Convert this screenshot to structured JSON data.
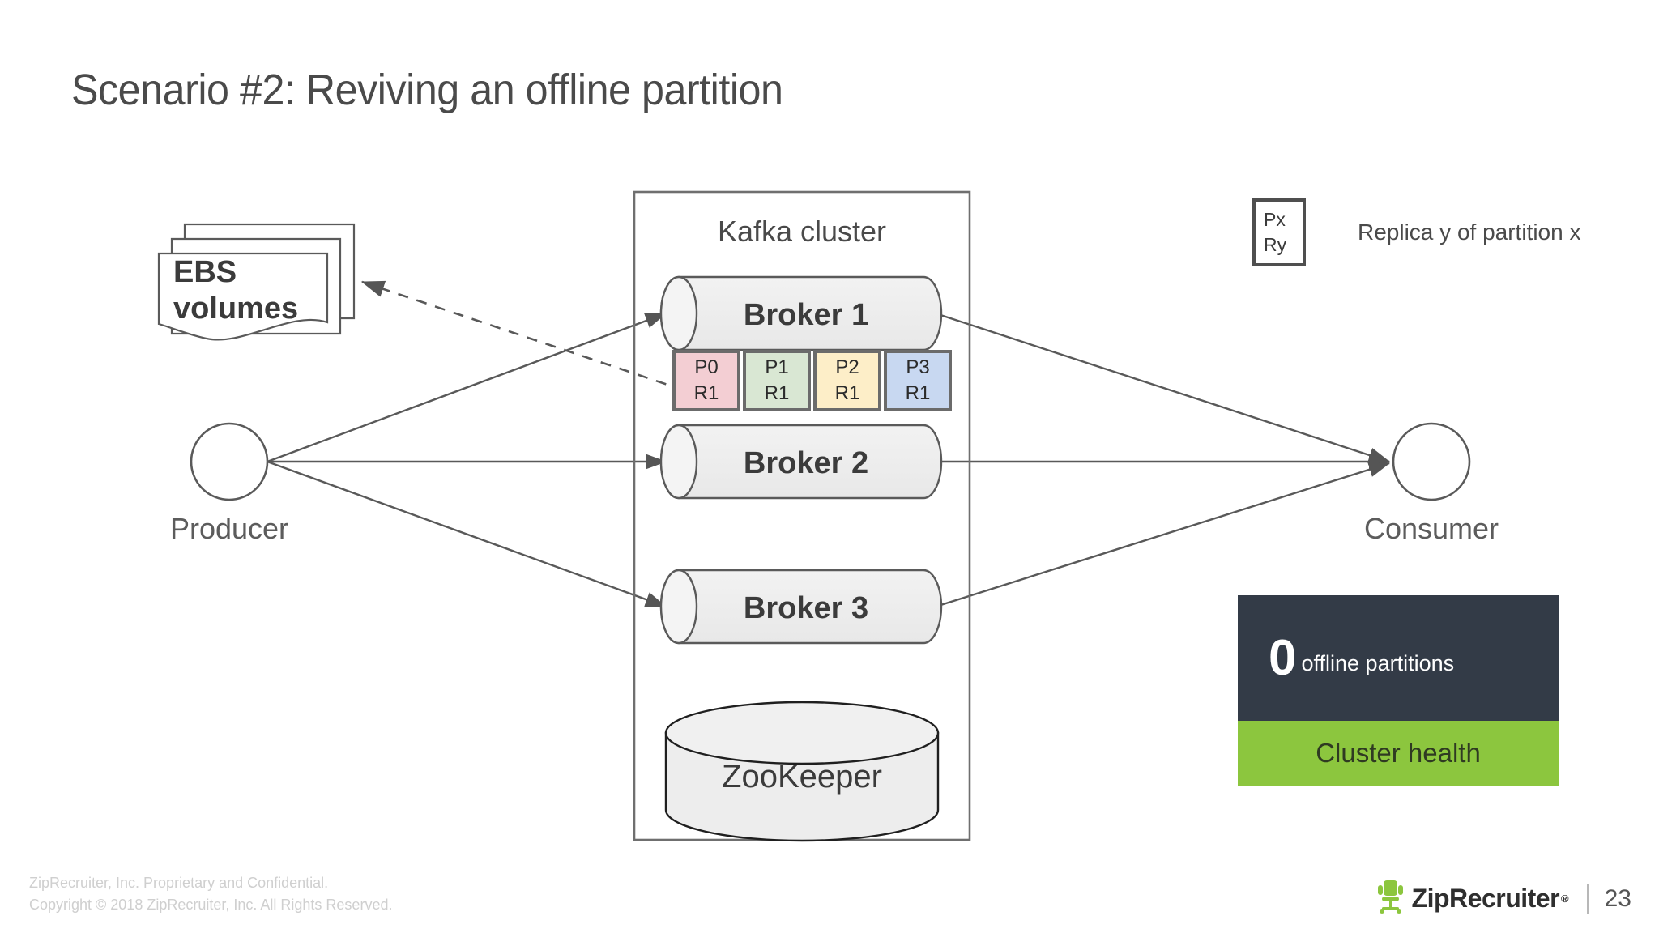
{
  "slide": {
    "title": "Scenario #2: Reviving an offline partition",
    "page_number": "23"
  },
  "diagram": {
    "cluster_title": "Kafka cluster",
    "producer_label": "Producer",
    "consumer_label": "Consumer",
    "zookeeper_label": "ZooKeeper",
    "ebs_label_line1": "EBS",
    "ebs_label_line2": "volumes",
    "brokers": [
      {
        "label": "Broker 1"
      },
      {
        "label": "Broker 2"
      },
      {
        "label": "Broker 3"
      }
    ],
    "partitions": [
      {
        "partition": "P0",
        "replica": "R1",
        "fill": "#f3ced3",
        "stroke": "#6b6b6b"
      },
      {
        "partition": "P1",
        "replica": "R1",
        "fill": "#d9e7d3",
        "stroke": "#6b6b6b"
      },
      {
        "partition": "P2",
        "replica": "R1",
        "fill": "#fdeec8",
        "stroke": "#6b6b6b"
      },
      {
        "partition": "P3",
        "replica": "R1",
        "fill": "#c8d8f1",
        "stroke": "#6b6b6b"
      }
    ]
  },
  "legend": {
    "box_line1": "Px",
    "box_line2": "Ry",
    "description": "Replica y of partition x"
  },
  "health": {
    "metric_value": "0",
    "metric_label": "offline partitions",
    "footer_label": "Cluster health",
    "metric_bg": "#333b47",
    "footer_bg": "#8cc63e"
  },
  "footer": {
    "legal_line1": "ZipRecruiter, Inc. Proprietary and Confidential.",
    "legal_line2": "Copyright © 2018 ZipRecruiter, Inc. All Rights Reserved.",
    "brand_name": "ZipRecruiter",
    "brand_registered": "®",
    "brand_color": "#8cc63e"
  }
}
